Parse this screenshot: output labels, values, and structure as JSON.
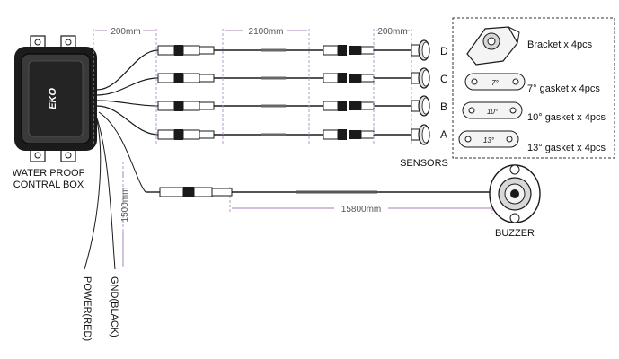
{
  "control_box": {
    "label_line1": "WATER PROOF",
    "label_line2": "CONTRAL BOX",
    "logo_text": "EKO"
  },
  "dimensions": {
    "box_to_connector": "200mm",
    "extension": "2100mm",
    "sensor_lead": "200mm",
    "buzzer_drop": "1500mm",
    "buzzer_cable": "15800mm"
  },
  "sensors": {
    "label": "SENSORS",
    "channels": [
      "D",
      "C",
      "B",
      "A"
    ]
  },
  "accessories": [
    {
      "label": "Bracket x 4pcs",
      "mark": ""
    },
    {
      "label": "7° gasket x 4pcs",
      "mark": "7°"
    },
    {
      "label": "10° gasket x 4pcs",
      "mark": "10°"
    },
    {
      "label": "13° gasket x 4pcs",
      "mark": "13°"
    }
  ],
  "buzzer": {
    "label": "BUZZER"
  },
  "power_wires": {
    "power": "POWER(RED)",
    "ground": "GND(BLACK)"
  },
  "colors": {
    "line": "#1a1a1a",
    "dimension": "#b59ac6",
    "dimension_text": "#555555"
  }
}
